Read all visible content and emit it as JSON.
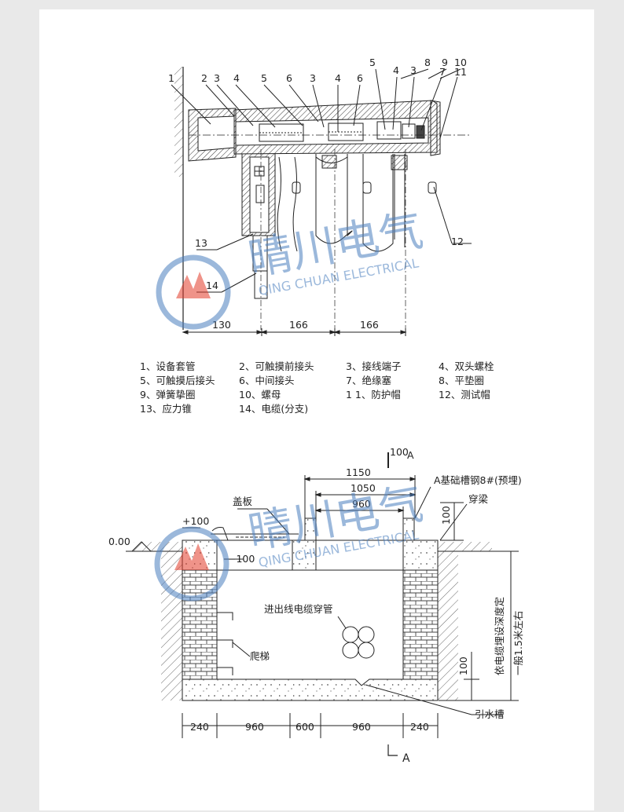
{
  "top_diagram": {
    "callouts_left": [
      "1",
      "2",
      "3",
      "4",
      "5",
      "6",
      "3",
      "4",
      "6"
    ],
    "callouts_right": [
      "5",
      "4",
      "3",
      "8",
      "9",
      "10",
      "7",
      "11"
    ],
    "label_12": "12",
    "label_13": "13",
    "label_14": "14",
    "dims": [
      "130",
      "166",
      "166"
    ]
  },
  "legend": [
    [
      "1、设备套管",
      "2、可触摸前接头",
      "3、接线端子",
      "4、双头螺栓"
    ],
    [
      "5、可触摸后接头",
      "6、中间接头",
      "7、绝缘塞",
      "8、平垫圈"
    ],
    [
      "9、弹簧挚圈",
      "10、螺母",
      "1 1、防护帽",
      "12、测试帽"
    ],
    [
      "13、应力锥",
      "14、电缆(分支)",
      "",
      ""
    ]
  ],
  "watermark": {
    "cn": "晴川电气",
    "en": "QING CHUAN ELECTRICAL",
    "brand_color": "#4a7fbf",
    "accent_color": "#e23b2a"
  },
  "bottom_diagram": {
    "section_top": "100",
    "section_top_letter": "A",
    "dim_1150": "1150",
    "dim_1050": "1050",
    "dim_960_top": "960",
    "channel_label": "A基础槽钢8#(预埋)",
    "beam_label": "穿梁",
    "beam_dim": "100",
    "cover_label": "盖板",
    "plus100": "+100",
    "minus100": "−100",
    "level_000": "0.00",
    "pipe_label": "进出线电缆穿管",
    "ladder_label": "爬梯",
    "bottom_100": "100",
    "drain_label": "引水槽",
    "depth_label_1": "依电缆埋设深度定",
    "depth_label_2": "一般1.5米左右",
    "bottom_dims": [
      "240",
      "960",
      "600",
      "960",
      "240"
    ],
    "section_bottom_letter": "A"
  }
}
